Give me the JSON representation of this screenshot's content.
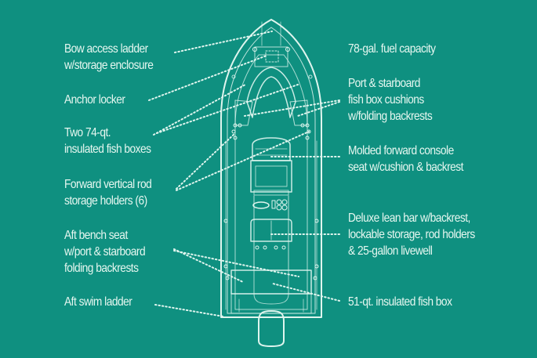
{
  "colors": {
    "background": "#0f9080",
    "line": "#dff5ee",
    "text": "#e6f7f0"
  },
  "left_labels": [
    {
      "id": "bow-access-ladder",
      "lines": [
        "Bow access ladder",
        "w/storage enclosure"
      ]
    },
    {
      "id": "anchor-locker",
      "lines": [
        "Anchor locker"
      ]
    },
    {
      "id": "fish-boxes-74qt",
      "lines": [
        "Two 74-qt.",
        "insulated fish boxes"
      ]
    },
    {
      "id": "forward-rod-holders",
      "lines": [
        "Forward vertical rod",
        "storage holders (6)"
      ]
    },
    {
      "id": "aft-bench-seat",
      "lines": [
        "Aft bench seat",
        "w/port & starboard",
        "folding backrests"
      ]
    },
    {
      "id": "aft-swim-ladder",
      "lines": [
        "Aft swim ladder"
      ]
    }
  ],
  "right_labels": [
    {
      "id": "fuel-capacity",
      "lines": [
        "78-gal. fuel capacity"
      ]
    },
    {
      "id": "fish-box-cushions",
      "lines": [
        "Port & starboard",
        "fish box cushions",
        "w/folding backrests"
      ]
    },
    {
      "id": "console-seat",
      "lines": [
        "Molded forward console",
        "seat w/cushion & backrest"
      ]
    },
    {
      "id": "lean-bar",
      "lines": [
        "Deluxe lean bar w/backrest,",
        "lockable storage, rod holders",
        "& 25-gallon livewell"
      ]
    },
    {
      "id": "fish-box-51qt",
      "lines": [
        "51-qt. insulated fish box"
      ]
    }
  ]
}
